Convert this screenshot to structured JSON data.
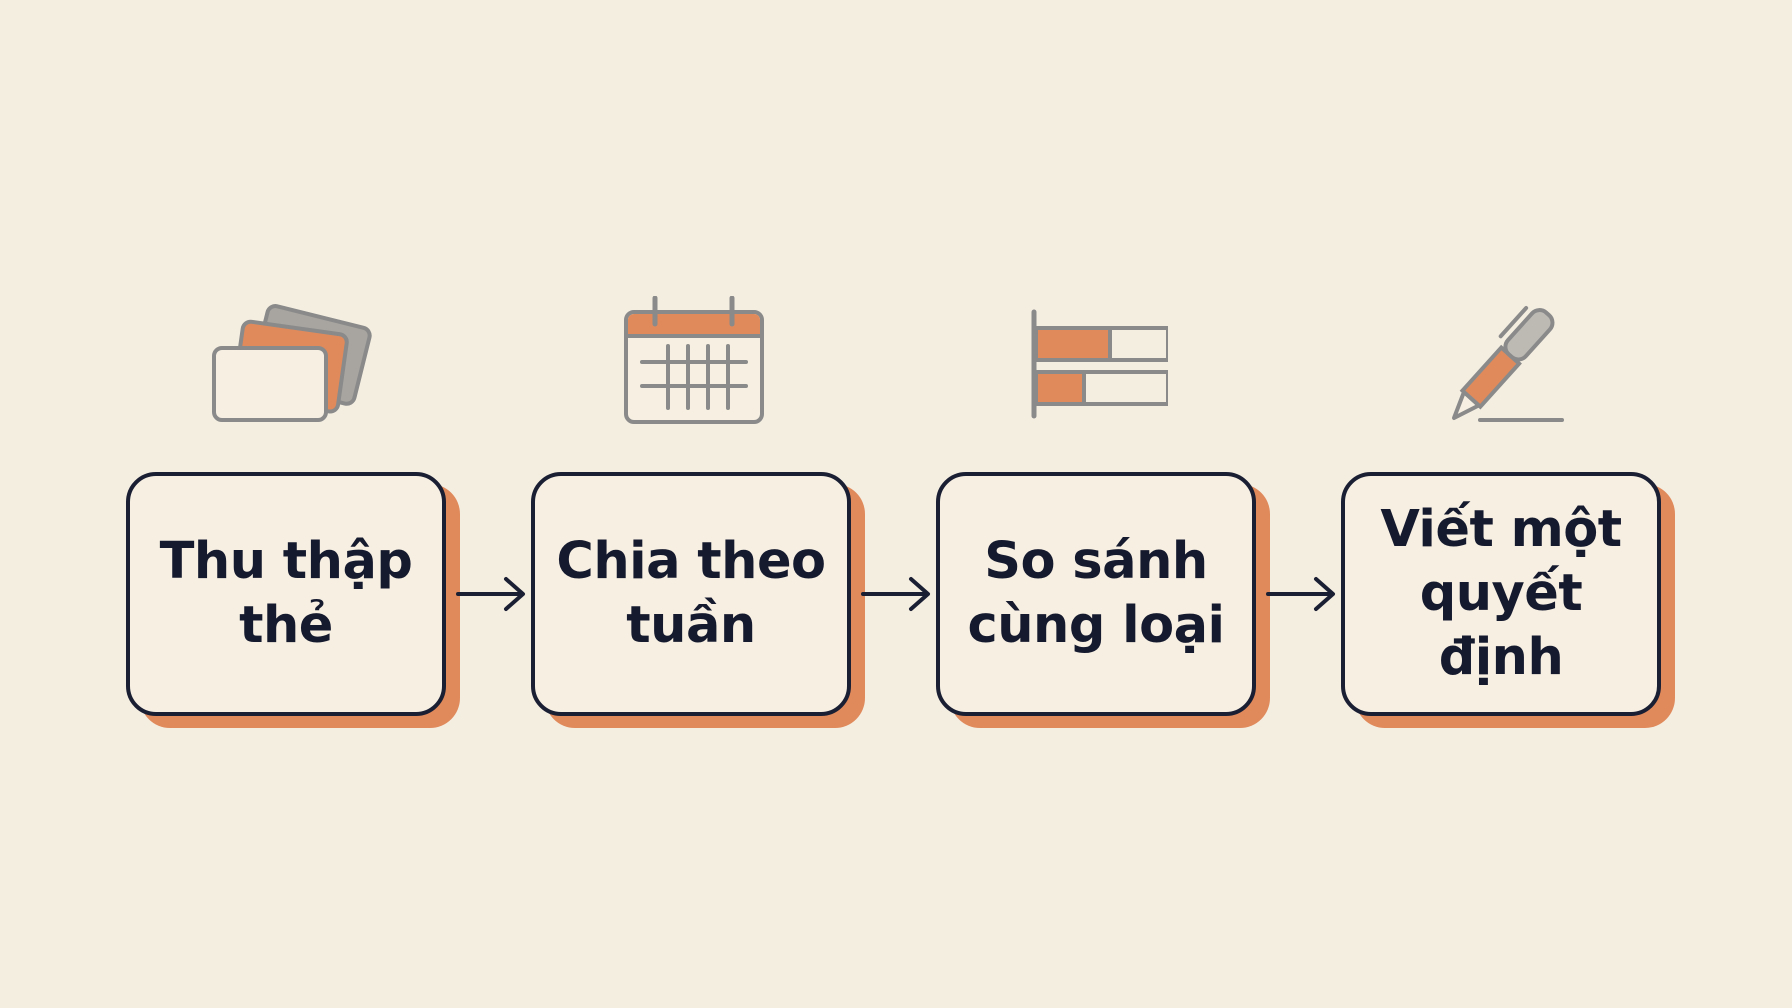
{
  "steps": [
    {
      "label": "Thu thập thẻ",
      "icon": "cards-icon"
    },
    {
      "label": "Chia theo tuần",
      "icon": "calendar-icon"
    },
    {
      "label": "So sánh cùng loại",
      "icon": "bar-comparison-icon"
    },
    {
      "label": "Viết một quyết định",
      "icon": "pen-icon"
    }
  ],
  "colors": {
    "background": "#f4eee1",
    "box_fill": "#f6efe2",
    "box_border": "#1b1f33",
    "accent": "#e08a5c",
    "icon_gray": "#8a8a8a",
    "text": "#161a2e"
  }
}
